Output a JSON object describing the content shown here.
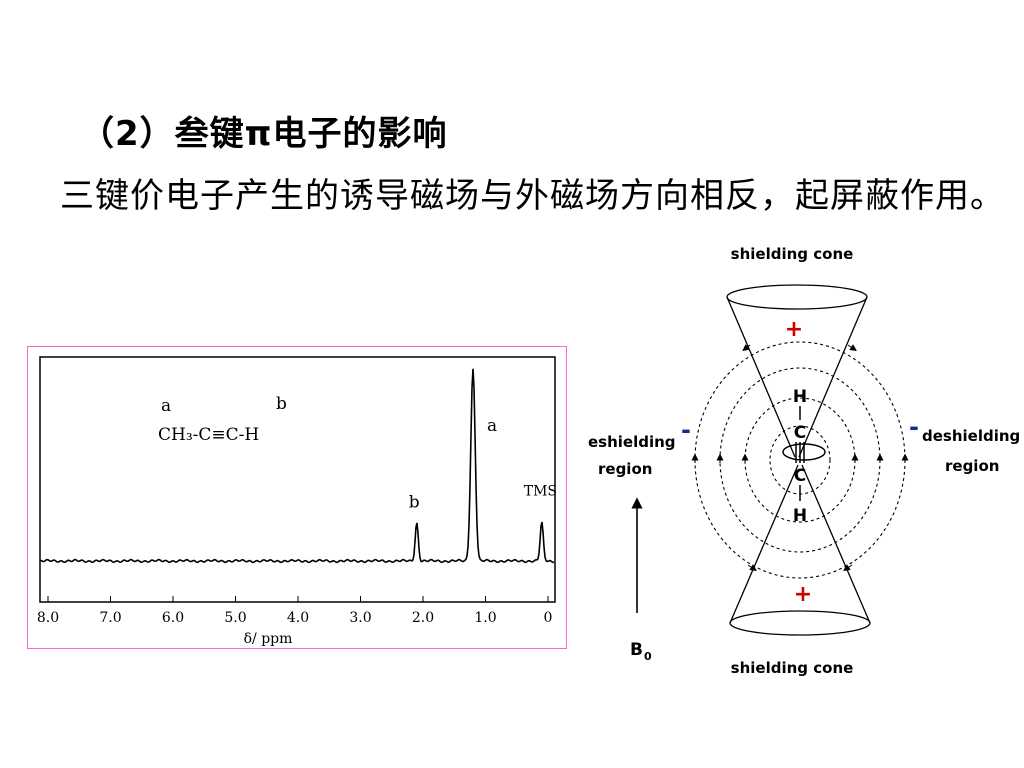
{
  "slide": {
    "heading": "（2）叁键π电子的影响",
    "paragraph": "三键价电子产生的诱导磁场与外磁场方向相反，起屏蔽作用。"
  },
  "spectrum": {
    "formula_label_a": "a",
    "formula_label_b": "b",
    "formula": "CH₃-C≡C-H",
    "peak_label_a": "a",
    "peak_label_b": "b",
    "peak_label_tms": "TMS",
    "axis_label": "δ/ ppm"
  },
  "chart_data": {
    "type": "line",
    "xlabel": "δ/ ppm",
    "xlim": [
      8.0,
      0
    ],
    "x_ticks": [
      "8.0",
      "7.0",
      "6.0",
      "5.0",
      "4.0",
      "3.0",
      "2.0",
      "1.0",
      "0"
    ],
    "peaks": [
      {
        "label": "b",
        "delta": 2.1,
        "relative_height": 0.2
      },
      {
        "label": "a",
        "delta": 1.2,
        "relative_height": 1.0
      },
      {
        "label": "TMS",
        "delta": 0.1,
        "relative_height": 0.2
      }
    ]
  },
  "cone_diagram": {
    "top_title": "shielding cone",
    "bottom_title": "shielding cone",
    "left_label_line1": "eshielding",
    "left_label_line2": "region",
    "right_label_line1": "deshielding",
    "right_label_line2": "region",
    "plus_sign": "+",
    "minus_sign": "-",
    "field_label": "B",
    "field_subscript": "0",
    "atoms": [
      "H",
      "C",
      "C",
      "H"
    ],
    "plus_color": "#cc0000",
    "minus_color": "#1a2a8a"
  }
}
